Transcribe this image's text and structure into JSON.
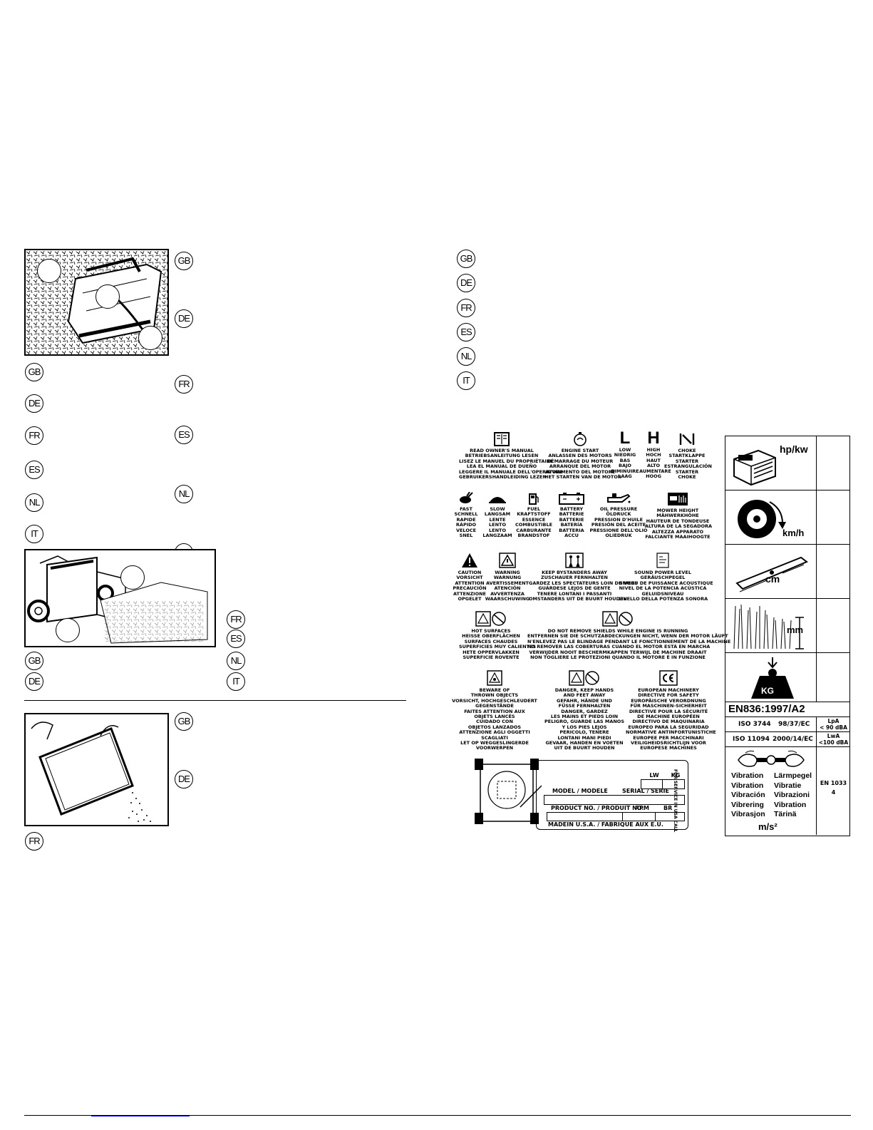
{
  "lang_codes": [
    "GB",
    "DE",
    "FR",
    "ES",
    "NL",
    "IT"
  ],
  "figure_callouts": [
    "",
    "",
    ""
  ],
  "symbols_row1": [
    {
      "icon": "book-icon",
      "lines": [
        "READ OWNER'S MANUAL",
        "BETRIEBSANLEITUNG LESEN",
        "LISEZ LE MANUEL DU PROPRIÉTAIRE",
        "LEA EL MANUAL DE DUEÑO",
        "LEGGERE IL MANUALE DELL'OPERATORE",
        "GEBRUIKERSHANDLEIDING LEZEN"
      ]
    },
    {
      "icon": "engine-start-icon",
      "lines": [
        "ENGINE START",
        "ANLASSEN DES MOTORS",
        "DÉMARRAGE DU MOTEUR",
        "ARRANQUE DEL MOTOR",
        "AVVIAMENTO DEL MOTORE",
        "HET STARTEN VAN DE MOTOR"
      ]
    },
    {
      "icon": "low-icon",
      "glyph": "L",
      "lines": [
        "LOW",
        "NIEDRIG",
        "BAS",
        "BAJO",
        "DIMINUIRE",
        "LAAG"
      ]
    },
    {
      "icon": "high-icon",
      "glyph": "H",
      "lines": [
        "HIGH",
        "HOCH",
        "HAUT",
        "ALTO",
        "AUMENTARE",
        "HOOG"
      ]
    },
    {
      "icon": "choke-icon",
      "lines": [
        "CHOKE",
        "STARTKLAPPE",
        "STARTER",
        "ESTRANGULACIÓN",
        "STARTER",
        "CHOKE"
      ]
    }
  ],
  "symbols_row2": [
    {
      "icon": "rabbit-icon",
      "lines": [
        "FAST",
        "SCHNELL",
        "RAPIDE",
        "RÁPIDO",
        "VELOCE",
        "SNEL"
      ]
    },
    {
      "icon": "turtle-icon",
      "lines": [
        "SLOW",
        "LANGSAM",
        "LENTE",
        "LENTO",
        "LENTO",
        "LANGZAAM"
      ]
    },
    {
      "icon": "fuel-icon",
      "lines": [
        "FUEL",
        "KRAFTSTOFF",
        "ESSENCE",
        "COMBUSTIBLE",
        "CARBURANTE",
        "BRANDSTOF"
      ]
    },
    {
      "icon": "battery-icon",
      "lines": [
        "BATTERY",
        "BATTERIE",
        "BATTERIE",
        "BATERÍA",
        "BATTERIA",
        "ACCU"
      ]
    },
    {
      "icon": "oil-pressure-icon",
      "lines": [
        "OIL PRESSURE",
        "ÖLDRUCK",
        "PRESSION D'HUILE",
        "PRESIÓN DEL ACEITE",
        "PRESSIONE DELL'OLIO",
        "OLIEDRUK"
      ]
    },
    {
      "icon": "mower-height-icon",
      "lines": [
        "MOWER HEIGHT",
        "MÄHWERKHÖHE",
        "HAUTEUR DE TONDEUSE",
        "ALTURA DE LA SEGADORA",
        "ALTEZZA APPARATO",
        "FALCIANTE  MAAIHOOGTE"
      ]
    }
  ],
  "symbols_row3": [
    {
      "icon": "caution-icon",
      "lines": [
        "CAUTION",
        "VORSICHT",
        "ATTENTION",
        "PRECAUCIÓN",
        "ATTENZIONE",
        "OPGELET"
      ]
    },
    {
      "icon": "warning-icon",
      "lines": [
        "WARNING",
        "WARNUNG",
        "AVERTISSEMENT",
        "ATENCIÓN",
        "AVVERTENZA",
        "WAARSCHUWING"
      ]
    },
    {
      "icon": "keep-bystanders-away-icon",
      "lines": [
        "KEEP BYSTANDERS AWAY",
        "ZUSCHAUER FERNHALTEN",
        "GARDEZ LES SPECTATEURS LOIN DE VOUS",
        "GUÁRDESE LEJOS DE GENTE",
        "TENERE LONTANI I PASSANTI",
        "OMSTANDERS UIT DE BUURT HOUDEN"
      ]
    },
    {
      "icon": "sound-power-icon",
      "lines": [
        "SOUND POWER LEVEL",
        "GERÄUSCHPEGEL",
        "NIVEAU DE PUISSANCE ACOUSTIQUE",
        "NIVEL DE LA POTENCIA ACÚSTICA",
        "GELUIDSNIVEAU",
        "LIVELLO DELLA POTENZA SONORA"
      ]
    }
  ],
  "symbols_row4": [
    {
      "icon": "hot-surfaces-icon",
      "lines": [
        "HOT SURFACES",
        "HEISSE OBERFLÄCHEN",
        "SURFACES CHAUDES",
        "SUPERFICIES MUY CALIENTES",
        "HETE OPPERVLAKKEN",
        "SUPERFICIE ROVENTE"
      ]
    },
    {
      "icon": "shields-icon",
      "lines": [
        "DO NOT REMOVE SHIELDS WHILE ENGINE IS RUNNING",
        "ENTFERNEN SIE DIE SCHUTZABDECKUNGEN NICHT, WENN DER MOTOR LÄUFT",
        "N'ENLEVEZ PAS LE BLINDAGE PENDANT LE FONCTIONNEMENT DE LA MACHINE",
        "NO REMOVER LAS COBERTURAS CUANDO EL MOTOR ESTÁ EN MARCHA",
        "VERWIJDER NOOIT BESCHERMKAPPEN TERWIJL DE MACHINE DRAAIT",
        "NON TOGLIERE LE PROTEZIONI QUANDO IL MOTORE È IN FUNZIONE"
      ]
    }
  ],
  "symbols_row5": [
    {
      "icon": "thrown-objects-icon",
      "lines": [
        "BEWARE OF",
        "THROWN OBJECTS",
        "VORSICHT, HOCHGESCHLEUDERT",
        "GEGENSTÄNDE",
        "FAITES ATTENTION AUX",
        "OBJETS LANCÉS",
        "CUIDADO CON",
        "OBJETOS LANZADOS",
        "ATTENZIONE AGLI OGGETTI",
        "SCAGLIATI",
        "LET OP WEGGESLINGERDE",
        "VOORWERPEN"
      ]
    },
    {
      "icon": "keep-hands-away-icon",
      "lines": [
        "DANGER, KEEP HANDS",
        "AND FEET AWAY",
        "GEFAHR, HÄNDE UND",
        "FÜSSE FERNHALTEN",
        "DANGER, GARDEZ",
        "LES MAINS ET PIEDS LOIN",
        "PELIGRO, GUARDE LAS MANOS",
        "Y LOS PIES LEJOS",
        "PERICOLO, TENERE",
        "LONTANI MANI PIEDI",
        "GEVAAR, HANDEN EN VOETEN",
        "UIT DE BUURT HOUDEN"
      ]
    },
    {
      "icon": "ce-mark-icon",
      "lines": [
        "EUROPEAN MACHINERY",
        "DIRECTIVE FOR SAFETY",
        "EUROPÄISCHE VERORDNUNG",
        "FÜR MASCHINEN-SICHERHEIT",
        "DIRECTIVE POUR LA SÉCURITÉ",
        "DE MACHINE EUROPÉEN",
        "DIRECTIVO DE MAQUINARIA",
        "EUROPEO PARA LA SEGURIDAD",
        "NORMATIVE ANTINFORTUNISTICHE",
        "EUROPEE PER MACCHINARI",
        "VEILIGHEIDSRICHTLIJN VOOR",
        "EUROPESE MACHINES"
      ]
    }
  ],
  "label_plate": {
    "lw": "LW",
    "kg": "KG",
    "model": "MODEL / MODELE",
    "serial": "SERIAL / SERIE",
    "product_no": "PRODUCT NO. / PRODUIT NO.",
    "rpm": "RPM",
    "br": "BR",
    "made_in": "MADEIN U.S.A. / FABRIQUE AUX E.U.",
    "side_text": "FOR SERVICE IN USA CALL"
  },
  "spec_table": {
    "hp_kw": "hp/kw",
    "kmh": "km/h",
    "cm": "cm",
    "mm": "mm",
    "kg": "KG",
    "standard": "EN836:1997/A2",
    "iso1": "ISO 3744",
    "iso1_dir": "98/37/EC",
    "iso1_side": [
      "LpA",
      "< 90 dBA"
    ],
    "iso2": "ISO 11094",
    "iso2_dir": "2000/14/EC",
    "iso2_side": [
      "LwA",
      "<100 dBA"
    ],
    "vibration_col1": [
      "Vibration",
      "Vibration",
      "Vibración",
      "Vibrering",
      "Vibrasjon"
    ],
    "vibration_col2": [
      "Lärmpegel",
      "Vibratie",
      "Vibrazioni",
      "Vibration",
      "Tärinä"
    ],
    "unit": "m/s²",
    "vib_side": [
      "EN 1033",
      "4"
    ]
  },
  "colors": {
    "ink": "#000000",
    "link": "#0000ee"
  }
}
